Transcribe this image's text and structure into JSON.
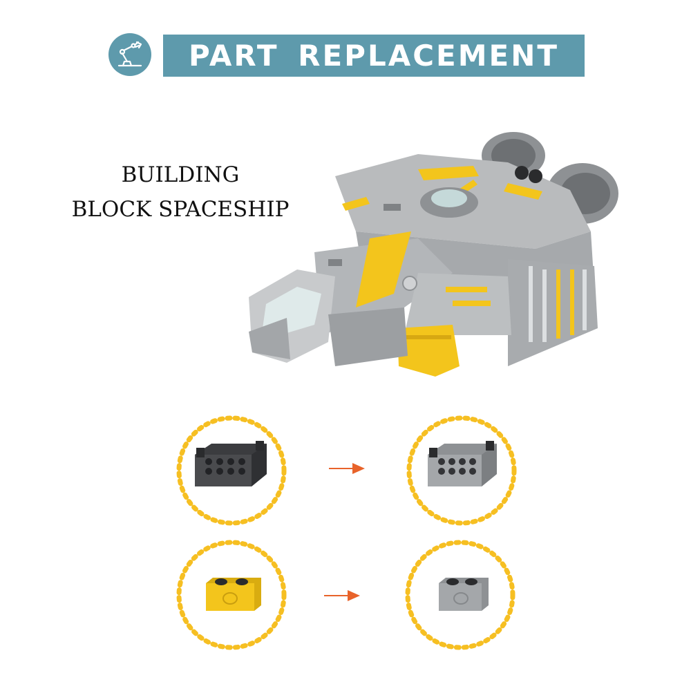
{
  "header": {
    "title": "PART REPLACEMENT",
    "icon": "robot-arm-icon",
    "color": "#5e9aac"
  },
  "subtitle": {
    "line1": "BUILDING",
    "line2": "BLOCK SPACESHIP"
  },
  "colors": {
    "ring": "#f6bf22",
    "arrow": "#e8632a",
    "dark_gray": "#4a4b4e",
    "light_gray": "#a4a7aa",
    "yellow": "#f3c51c"
  },
  "replacements": [
    {
      "from": "dark-gray-inverted-slope-brick",
      "to": "light-gray-inverted-slope-brick"
    },
    {
      "from": "yellow-technic-brick",
      "to": "light-gray-technic-brick"
    }
  ]
}
